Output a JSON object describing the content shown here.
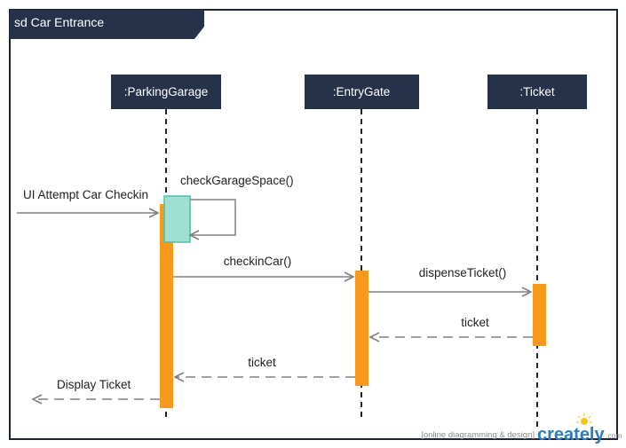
{
  "frame": {
    "title": "sd Car Entrance"
  },
  "lifelines": [
    {
      "id": "parking",
      "label": ":ParkingGarage"
    },
    {
      "id": "entry",
      "label": ":EntryGate"
    },
    {
      "id": "ticket",
      "label": ":Ticket"
    }
  ],
  "messages": {
    "attempt": "UI Attempt Car Checkin",
    "check_space": "checkGarageSpace()",
    "checkin_car": "checkinCar()",
    "dispense": "dispenseTicket()",
    "ticket_return_1": "ticket",
    "ticket_return_2": "ticket",
    "display": "Display Ticket"
  },
  "watermark": {
    "caption": "[online diagramming & design]",
    "brand": "creately",
    "suffix": ".com"
  },
  "colors": {
    "header_fill": "#25324a",
    "activation": "#f8981d",
    "self_activation": "#9fe0d2",
    "self_activation_stroke": "#4cbfa6",
    "arrow": "#808080",
    "border": "#1e2533"
  }
}
